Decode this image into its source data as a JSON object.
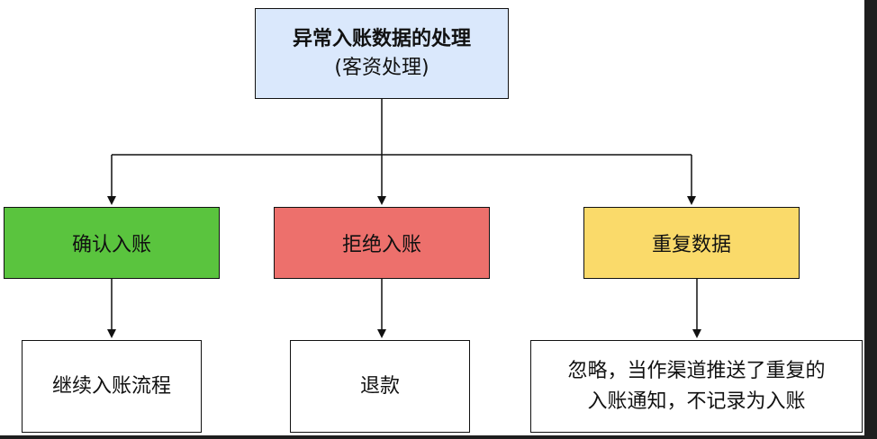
{
  "root": {
    "title": "异常入账数据的处理",
    "subtitle": "(客资处理)"
  },
  "categories": [
    {
      "label": "确认入账",
      "color": "#5ac43e"
    },
    {
      "label": "拒绝入账",
      "color": "#ed706c"
    },
    {
      "label": "重复数据",
      "color": "#fada6a"
    }
  ],
  "actions": [
    {
      "lines": [
        "继续入账流程"
      ]
    },
    {
      "lines": [
        "退款"
      ]
    },
    {
      "lines": [
        "忽略，当作渠道推送了重复的",
        "入账通知，不记录为入账"
      ]
    }
  ],
  "colors": {
    "root_fill": "#dae8fc",
    "edge": "#111111"
  }
}
